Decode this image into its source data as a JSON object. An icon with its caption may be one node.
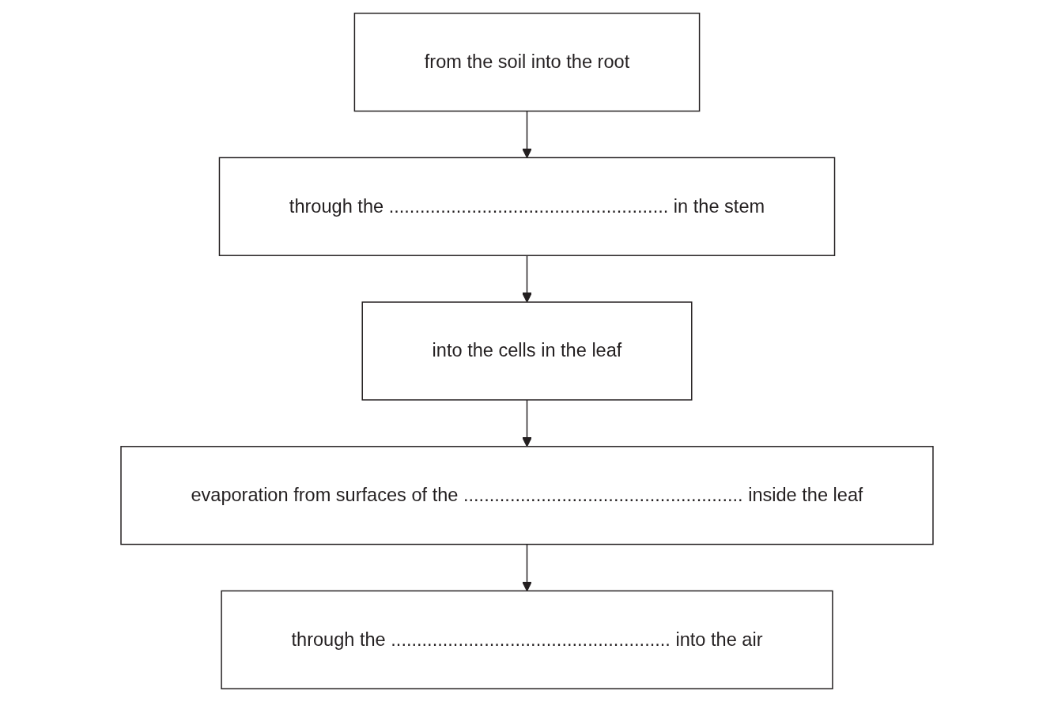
{
  "diagram": {
    "nodes": [
      {
        "text": [
          "from the soil into the root"
        ]
      },
      {
        "text": [
          "through the ...................................................... in the stem"
        ]
      },
      {
        "text": [
          "into the cells in the leaf"
        ]
      },
      {
        "text": [
          "evaporation from surfaces of the ...................................................... inside the leaf"
        ]
      },
      {
        "text": [
          "through the ...................................................... into the air"
        ]
      }
    ],
    "edges": [
      {
        "from": 0,
        "to": 1,
        "arrow": "to"
      },
      {
        "from": 1,
        "to": 2,
        "arrow": "to"
      },
      {
        "from": 2,
        "to": 3,
        "arrow": "to"
      },
      {
        "from": 3,
        "to": 4,
        "arrow": "to"
      }
    ]
  }
}
